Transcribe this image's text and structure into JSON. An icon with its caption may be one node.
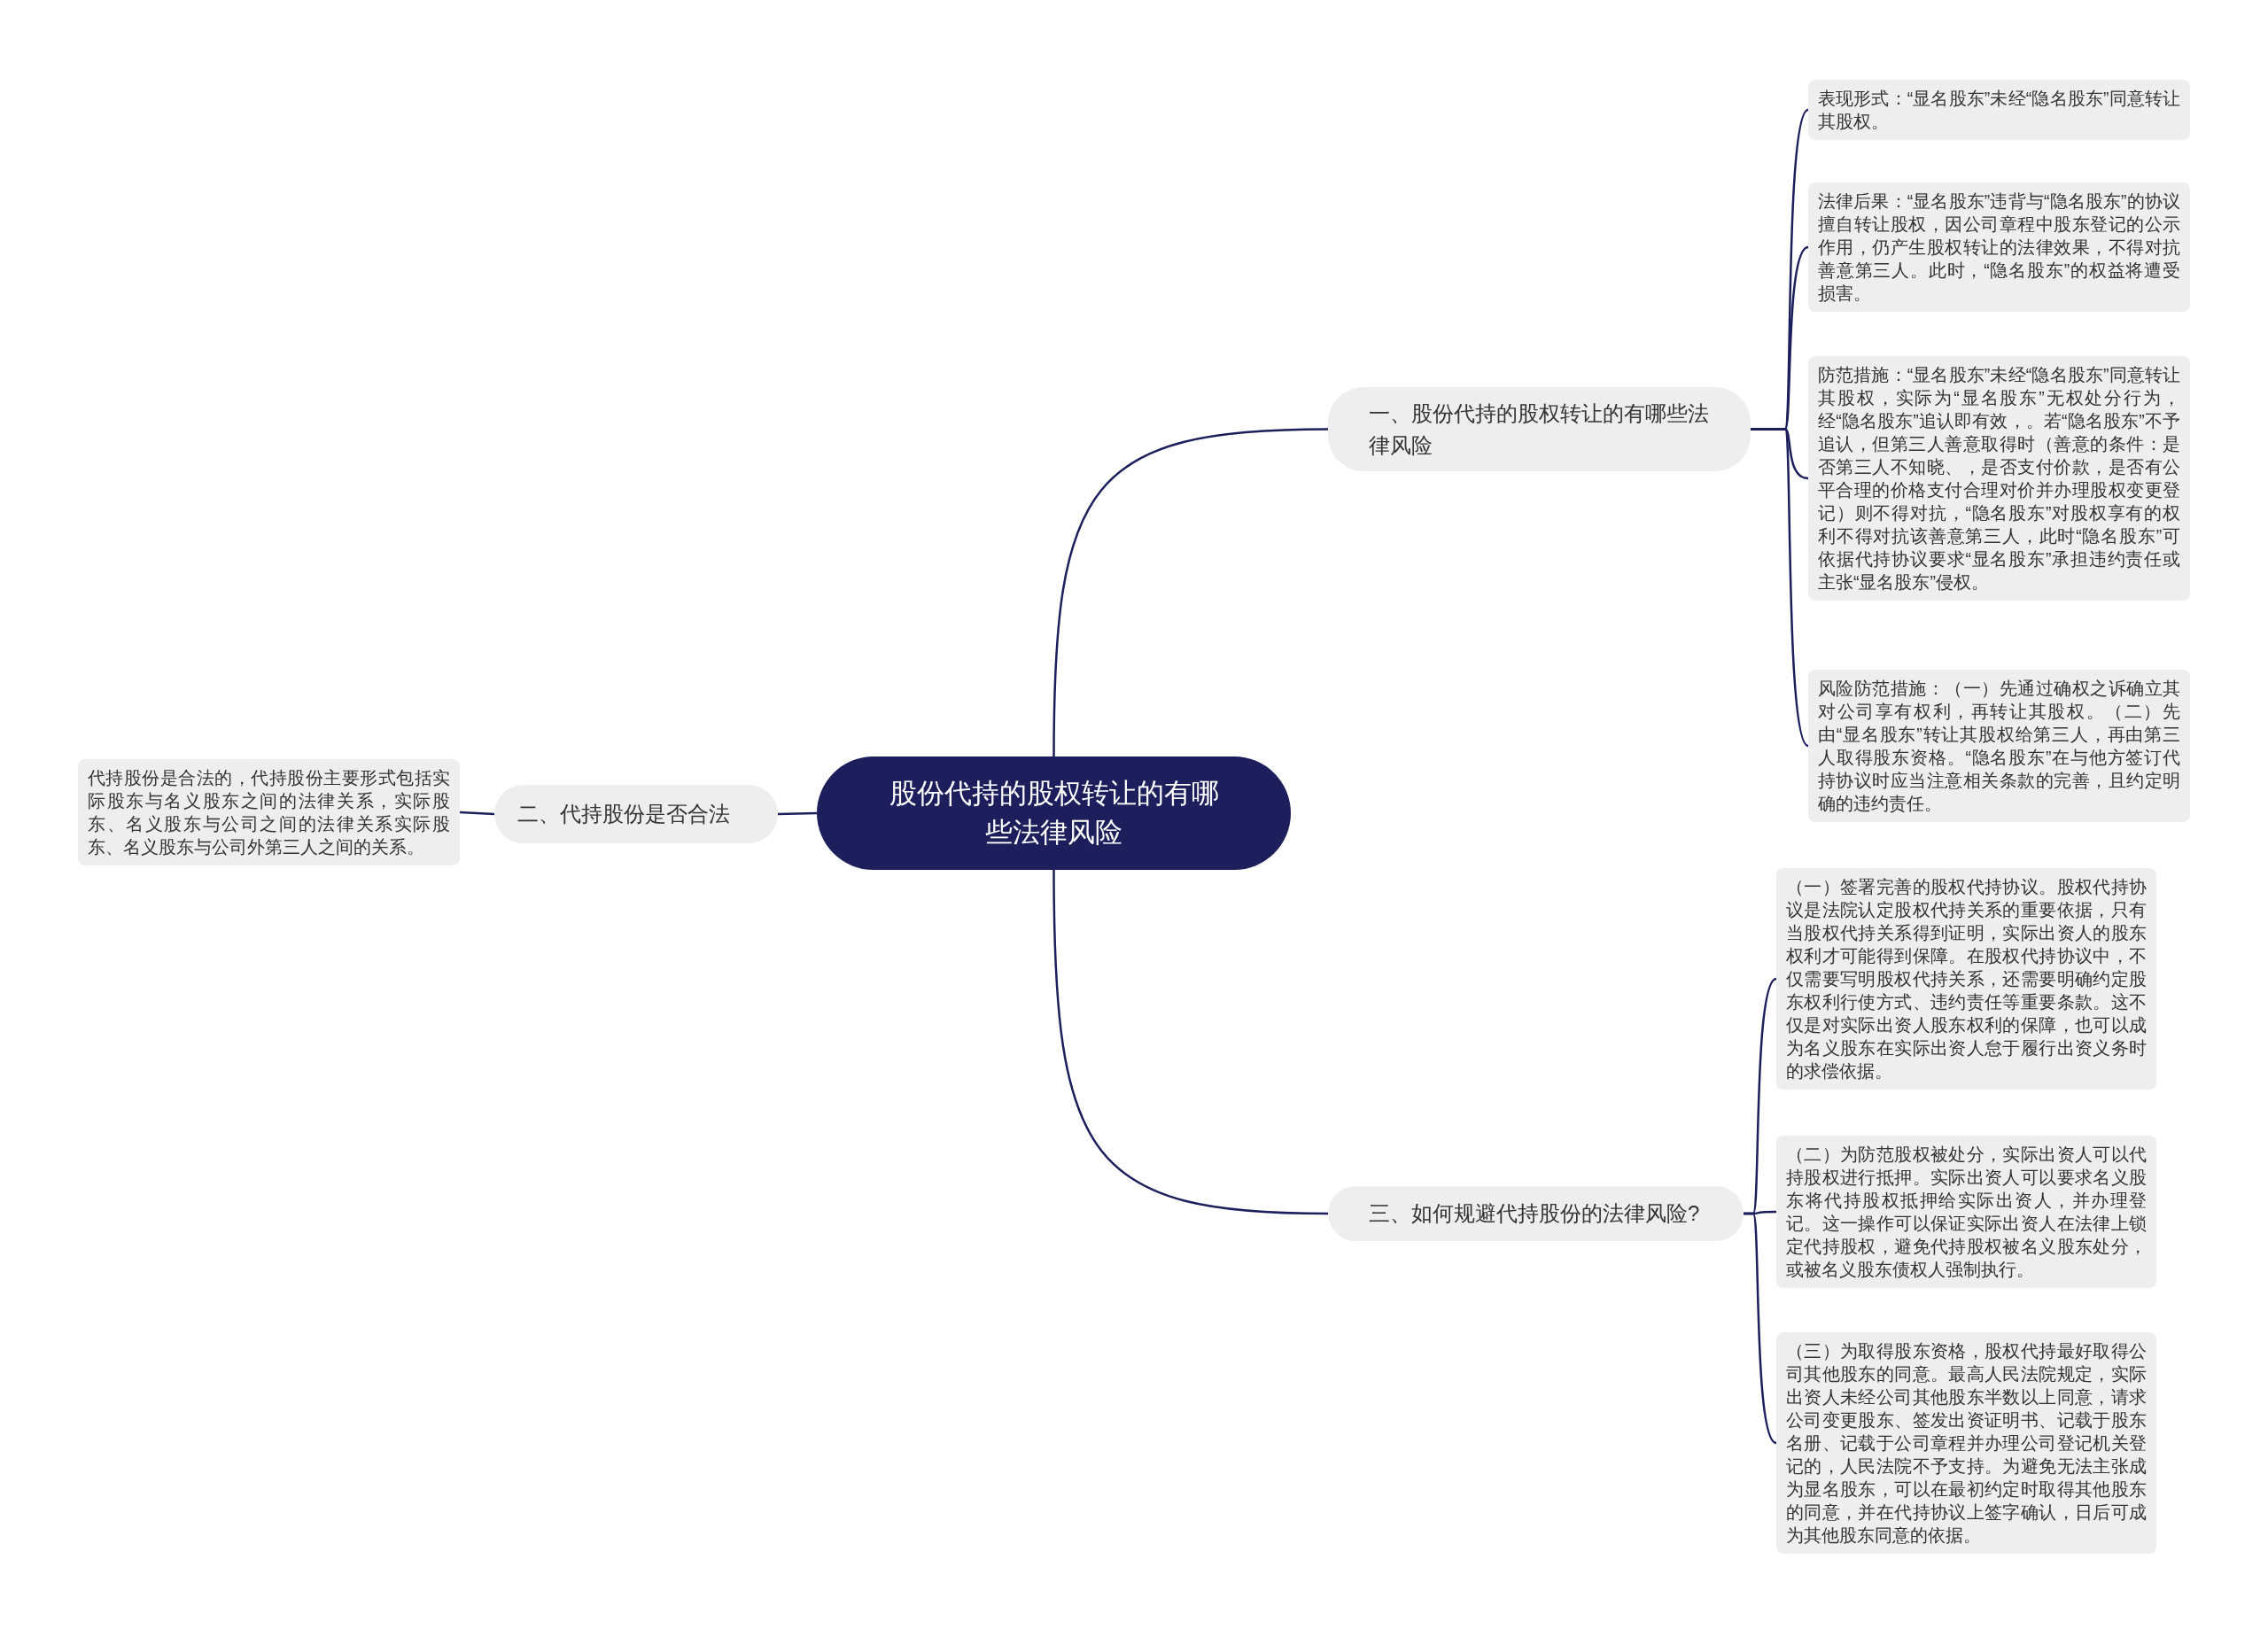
{
  "diagram": {
    "nodes": [
      {
        "text": [
          "股份代持的股权转让的有哪些法律风险"
        ]
      },
      {
        "text": [
          "一、股份代持的股权转让的有哪些法律风险"
        ]
      },
      {
        "text": [
          "二、代持股份是否合法"
        ]
      },
      {
        "text": [
          "三、如何规避代持股份的法律风险?"
        ]
      },
      {
        "text": [
          "表现形式：“显名股东”未经“隐名股东”同意转让其股权。"
        ]
      },
      {
        "text": [
          "法律后果：“显名股东”违背与“隐名股东”的协议擅自转让股权，因公司章程中股东登记的公示作用，仍产生股权转让的法律效果，不得对抗善意第三人。此时，“隐名股东”的权益将遭受损害。"
        ]
      },
      {
        "text": [
          "防范措施：“显名股东”未经“隐名股东”同意转让其股权，实际为“显名股东”无权处分行为，经“隐名股东”追认即有效，。若“隐名股东”不予追认，但第三人善意取得时（善意的条件：是否第三人不知晓、，是否支付价款，是否有公平合理的价格支付合理对价并办理股权变更登记）则不得对抗，“隐名股东”对股权享有的权利不得对抗该善意第三人，此时“隐名股东”可依据代持协议要求“显名股东”承担违约责任或主张“显名股东”侵权。"
        ]
      },
      {
        "text": [
          "风险防范措施：（一）先通过确权之诉确立其对公司享有权利，再转让其股权。（二）先由“显名股东”转让其股权给第三人，再由第三人取得股东资格。“隐名股东”在与他方签订代持协议时应当注意相关条款的完善，且约定明确的违约责任。"
        ]
      },
      {
        "text": [
          "代持股份是合法的，代持股份主要形式包括实际股东与名义股东之间的法律关系，实际股东、名义股东与公司之间的法律关系实际股东、名义股东与公司外第三人之间的关系。"
        ]
      },
      {
        "text": [
          "（一）签署完善的股权代持协议。股权代持协议是法院认定股权代持关系的重要依据，只有当股权代持关系得到证明，实际出资人的股东权利才可能得到保障。在股权代持协议中，不仅需要写明股权代持关系，还需要明确约定股东权利行使方式、违约责任等重要条款。这不仅是对实际出资人股东权利的保障，也可以成为名义股东在实际出资人怠于履行出资义务时的求偿依据。"
        ]
      },
      {
        "text": [
          "（二）为防范股权被处分，实际出资人可以代持股权进行抵押。实际出资人可以要求名义股东将代持股权抵押给实际出资人，并办理登记。这一操作可以保证实际出资人在法律上锁定代持股权，避免代持股权被名义股东处分，或被名义股东债权人强制执行。"
        ]
      },
      {
        "text": [
          "（三）为取得股东资格，股权代持最好取得公司其他股东的同意。最高人民法院规定，实际出资人未经公司其他股东半数以上同意，请求公司变更股东、签发出资证明书、记载于股东名册、记载于公司章程并办理公司登记机关登记的，人民法院不予支持。为避免无法主张成为显名股东，可以在最初约定时取得其他股东的同意，并在代持协议上签字确认，日后可成为其他股东同意的依据。"
        ]
      }
    ],
    "edges": [
      {
        "from": 0,
        "to": 1,
        "arrow": "none"
      },
      {
        "from": 0,
        "to": 2,
        "arrow": "none"
      },
      {
        "from": 0,
        "to": 3,
        "arrow": "none"
      },
      {
        "from": 1,
        "to": 4,
        "arrow": "none"
      },
      {
        "from": 1,
        "to": 5,
        "arrow": "none"
      },
      {
        "from": 1,
        "to": 6,
        "arrow": "none"
      },
      {
        "from": 1,
        "to": 7,
        "arrow": "none"
      },
      {
        "from": 2,
        "to": 8,
        "arrow": "none"
      },
      {
        "from": 3,
        "to": 9,
        "arrow": "none"
      },
      {
        "from": 3,
        "to": 10,
        "arrow": "none"
      },
      {
        "from": 3,
        "to": 11,
        "arrow": "none"
      }
    ]
  }
}
